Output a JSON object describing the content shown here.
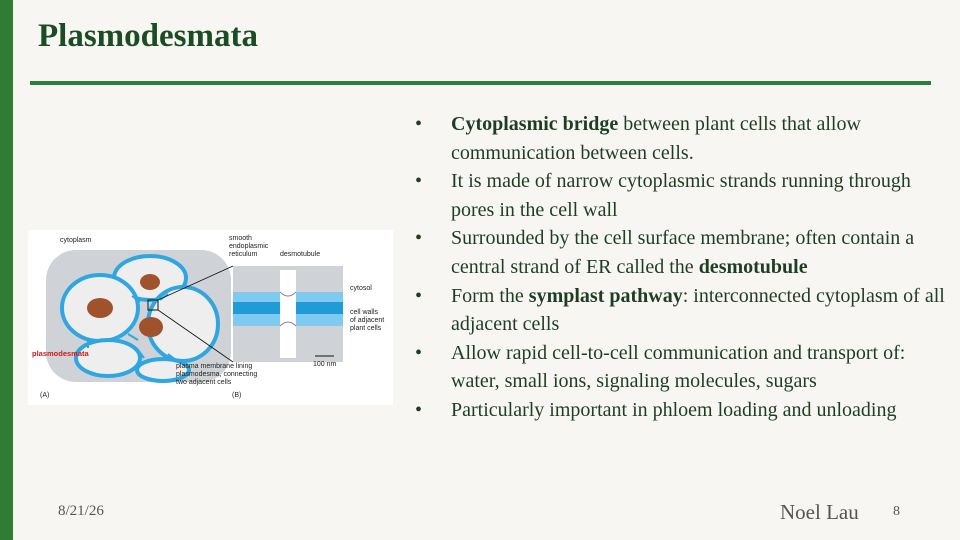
{
  "slide": {
    "title": "Plasmodesmata",
    "date": "8/21/26",
    "author": "Noel Lau",
    "page_number": "8",
    "accent_color": "#2e7d32",
    "title_color": "#1b4d24"
  },
  "bullets": [
    {
      "bold": "Cytoplasmic bridge",
      "text": " between plant cells that allow communication between cells."
    },
    {
      "pre": "It is made of narrow cytoplasmic strands running through pores in the cell wall"
    },
    {
      "pre": "Surrounded by the cell surface membrane; often contain a central strand of ER called the ",
      "bold": "desmotubule"
    },
    {
      "pre": "Form the ",
      "bold": "symplast pathway",
      "text": ": interconnected cytoplasm of all adjacent cells"
    },
    {
      "pre": "Allow rapid cell-to-cell communication and transport of: water, small ions, signaling molecules, sugars"
    },
    {
      "pre": "Particularly important in phloem loading and unloading"
    }
  ],
  "figure": {
    "labels": {
      "cytoplasm": "cytoplasm",
      "smooth_er_1": "smooth",
      "smooth_er_2": "endoplasmic",
      "smooth_er_3": "reticulum",
      "desmotubule": "desmotubule",
      "cytosol": "cytosol",
      "cell_walls_1": "cell walls",
      "cell_walls_2": "of adjacent",
      "cell_walls_3": "plant cells",
      "plasmodesmata": "plasmodesmata",
      "membrane_1": "plasma membrane lining",
      "membrane_2": "plasmodesma, connecting",
      "membrane_3": "two adjacent cells",
      "scale": "100 nm",
      "panel_a": "(A)",
      "panel_b": "(B)"
    }
  }
}
